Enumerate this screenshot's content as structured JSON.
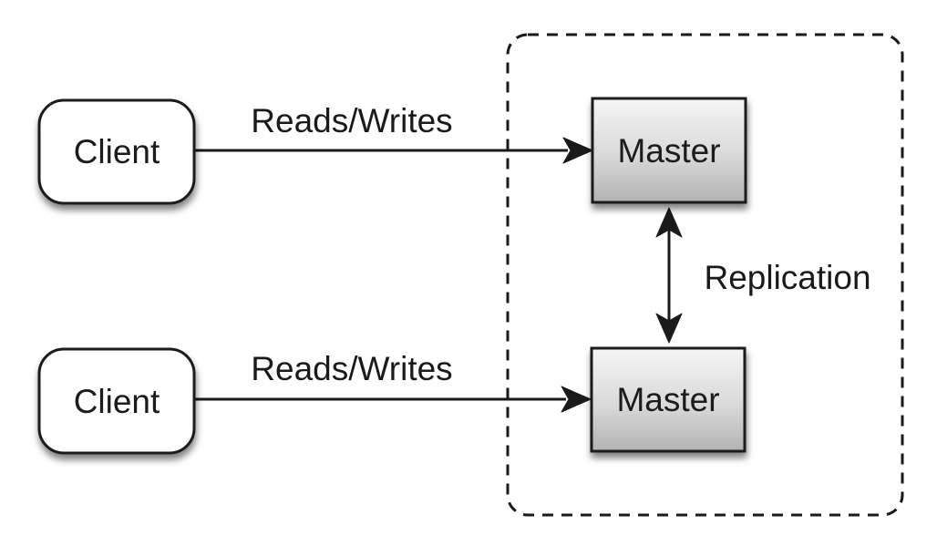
{
  "colors": {
    "ink": "#1a1a1a",
    "canvas_bg": "#ffffff",
    "node_fill": "#ffffff",
    "master_gradient_top": "#f5f5f5",
    "master_gradient_mid": "#d9d9d9",
    "master_gradient_bottom": "#b2b2b2"
  },
  "nodes": {
    "client_top": {
      "label": "Client"
    },
    "client_bottom": {
      "label": "Client"
    },
    "master_top": {
      "label": "Master"
    },
    "master_bottom": {
      "label": "Master"
    }
  },
  "edges": {
    "reads_writes_top": {
      "label": "Reads/Writes"
    },
    "reads_writes_bottom": {
      "label": "Reads/Writes"
    },
    "replication": {
      "label": "Replication"
    }
  }
}
